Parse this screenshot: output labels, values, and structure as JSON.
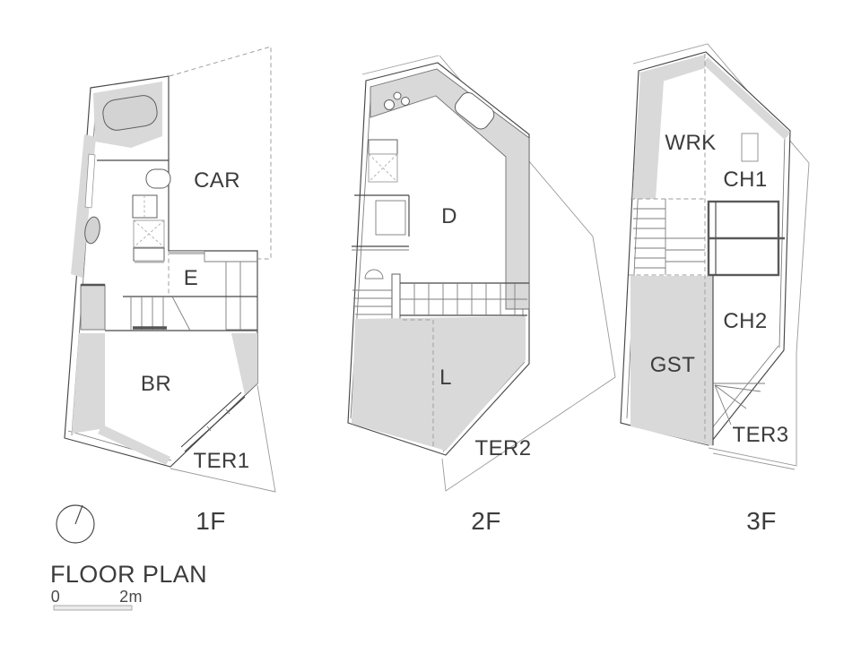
{
  "sheet": {
    "title": "FLOOR PLAN",
    "scale_bar": {
      "start": "0",
      "end": "2m"
    }
  },
  "icons": {
    "compass": "north-arrow-circle"
  },
  "colors": {
    "wall_fill": "#d9d9d9",
    "line": "#474747",
    "dashed": "#9b9b9b",
    "text": "#3c3c3c",
    "background": "#ffffff"
  },
  "floors": [
    {
      "label": "1F",
      "rooms": {
        "car": "CAR",
        "entrance": "E",
        "bedroom": "BR",
        "terrace1": "TER1"
      }
    },
    {
      "label": "2F",
      "rooms": {
        "dining": "D",
        "living": "L",
        "terrace2": "TER2"
      }
    },
    {
      "label": "3F",
      "rooms": {
        "work": "WRK",
        "child1": "CH1",
        "child2": "CH2",
        "guest": "GST",
        "terrace3": "TER3"
      }
    }
  ]
}
